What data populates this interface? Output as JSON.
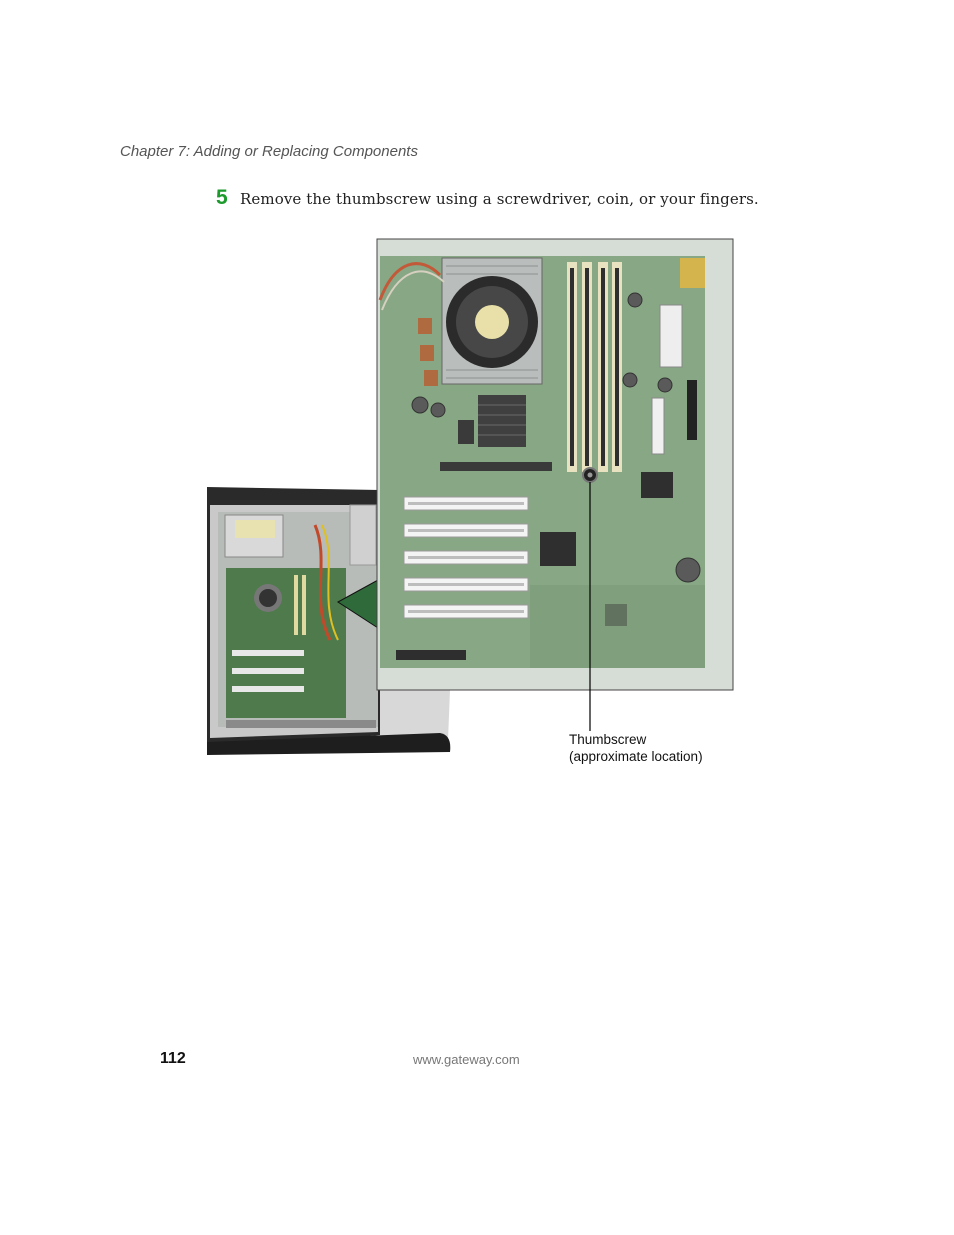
{
  "header": {
    "running_head": "Chapter 7: Adding or Replacing Components"
  },
  "step": {
    "number": "5",
    "text": "Remove the thumbscrew using a screwdriver, coin, or your fingers."
  },
  "figure": {
    "callout_line1": "Thumbscrew",
    "callout_line2": "(approximate location)"
  },
  "footer": {
    "page_number": "112",
    "url": "www.gateway.com"
  },
  "colors": {
    "step_number": "#1c9a2b",
    "board_green": "#5f8a5a"
  }
}
